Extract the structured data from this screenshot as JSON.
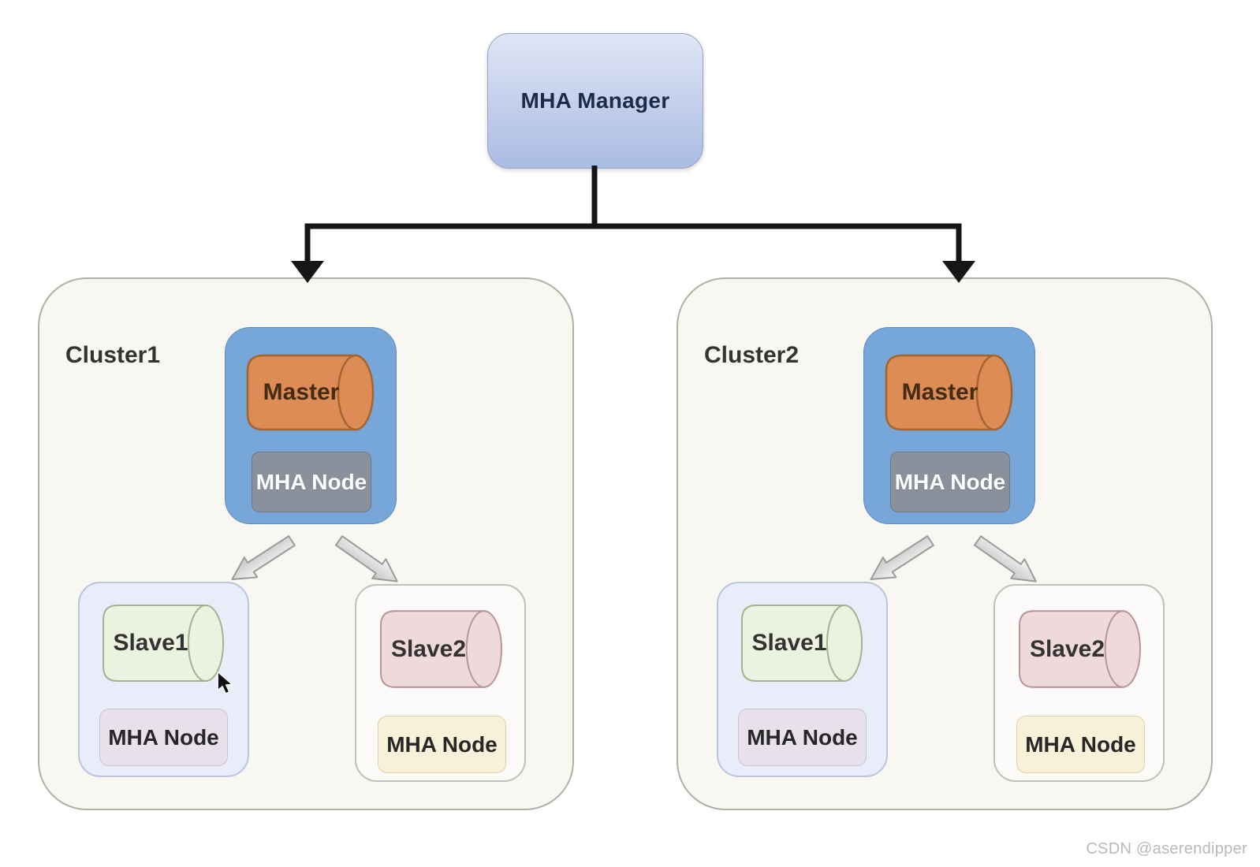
{
  "manager": {
    "label": "MHA Manager"
  },
  "clusters": [
    {
      "name": "Cluster1",
      "master": {
        "db": "Master",
        "node": "MHA Node"
      },
      "slave1": {
        "db": "Slave1",
        "node": "MHA Node"
      },
      "slave2": {
        "db": "Slave2",
        "node": "MHA Node"
      }
    },
    {
      "name": "Cluster2",
      "master": {
        "db": "Master",
        "node": "MHA Node"
      },
      "slave1": {
        "db": "Slave1",
        "node": "MHA Node"
      },
      "slave2": {
        "db": "Slave2",
        "node": "MHA Node"
      }
    }
  ],
  "watermark": "CSDN @aserendipper",
  "icons": {
    "cursor": "mouse-cursor-icon"
  },
  "colors": {
    "manager_gradient_top": "#dfe6f5",
    "manager_gradient_bottom": "#a9bce2",
    "master_group_blue": "#77a6d8",
    "master_cylinder_orange": "#dd8c55",
    "mha_node_gray": "#8a919d",
    "slave1_panel_blue": "#e9edf9",
    "slave1_cylinder_green": "#ecf2e0",
    "slave1_node_lavender": "#e8e0ea",
    "slave2_panel_white": "#fcfbf9",
    "slave2_cylinder_pink": "#eed9db",
    "slave2_node_cream": "#f8f1da",
    "cluster_background": "#f8f7f1",
    "connector_black": "#161616"
  }
}
